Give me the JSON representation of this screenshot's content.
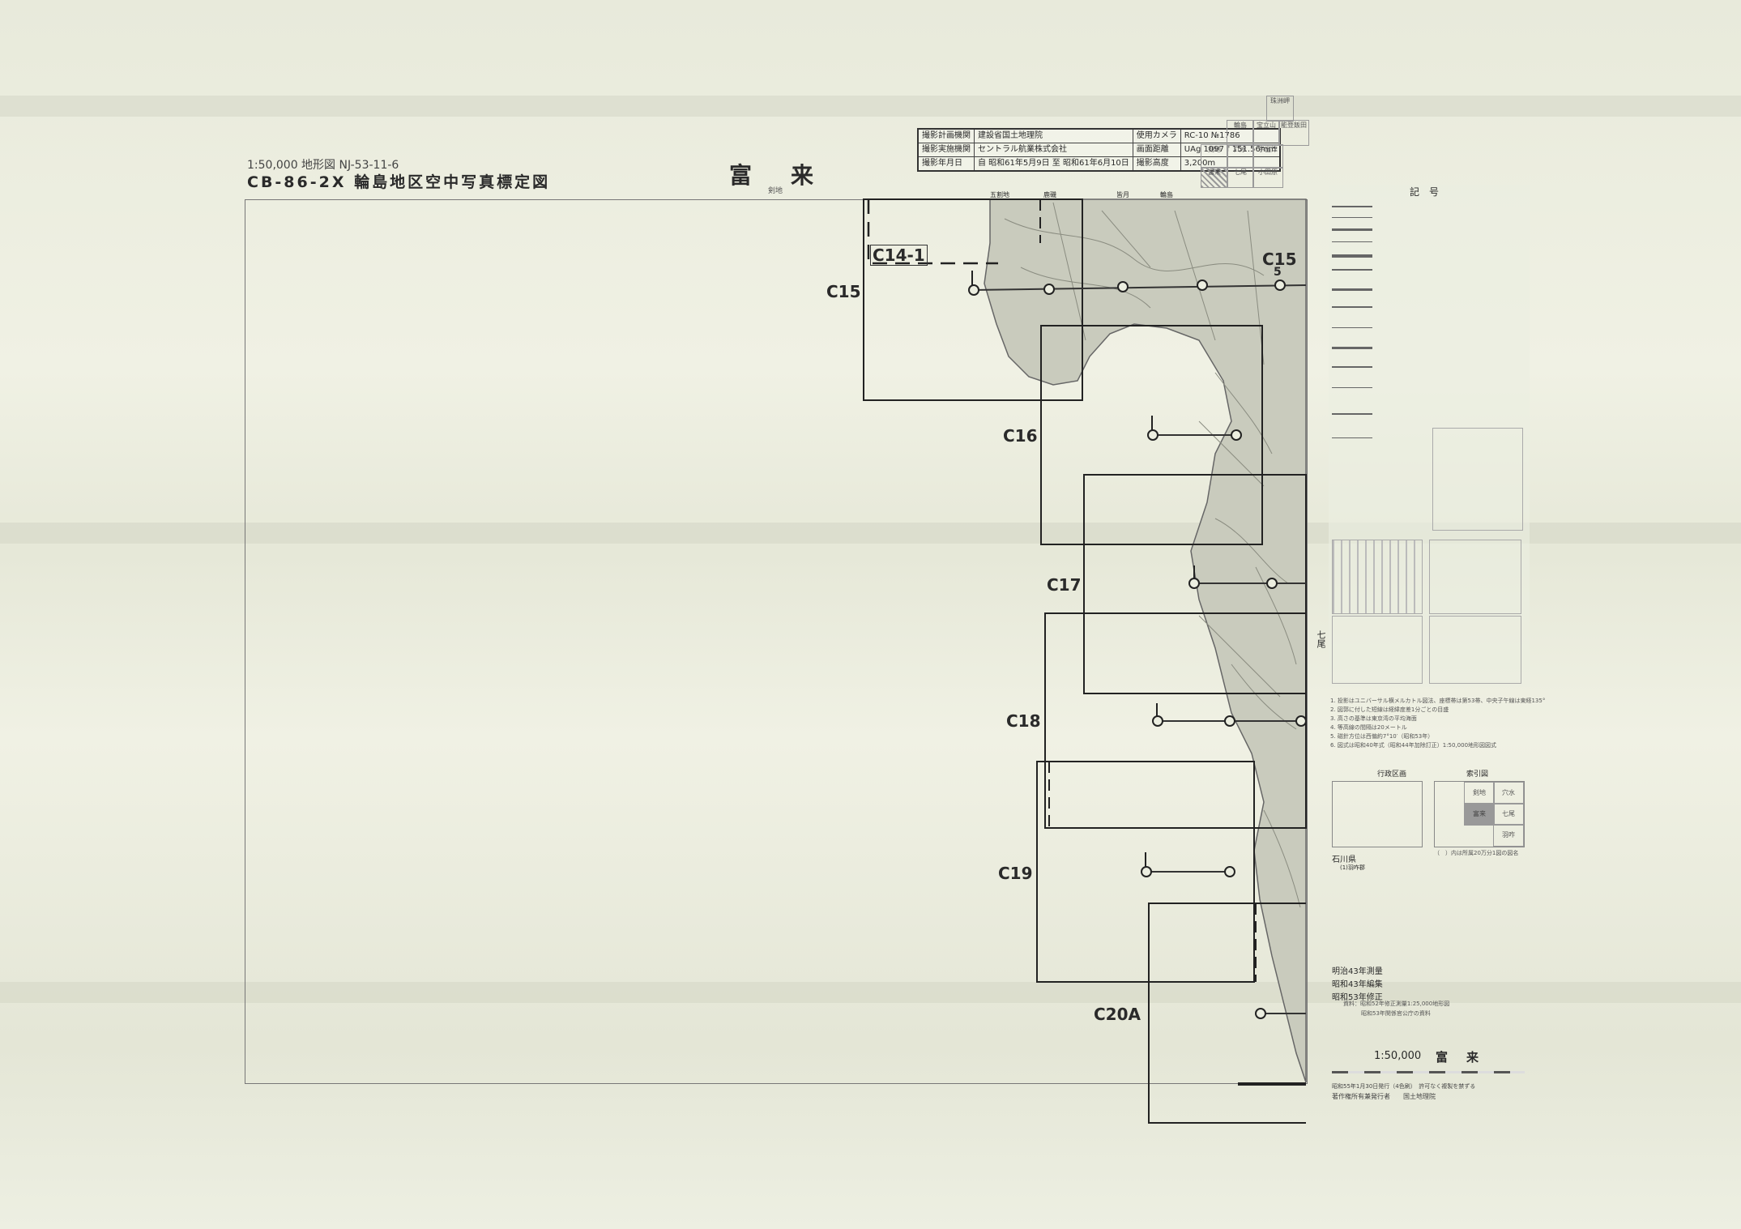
{
  "header": {
    "scale_line": "1:50,000 地形図  NJ-53-11-6",
    "title": "CB-86-2X 輪島地区空中写真標定図",
    "sheet_name": "富　来",
    "sheet_sub": "剣地"
  },
  "info_table": {
    "r1": [
      "撮影計画機関",
      "建設省国土地理院",
      "使用カメラ",
      "RC-10 №1786"
    ],
    "r2": [
      "撮影実施機関",
      "セントラル航業株式会社",
      "画面距離",
      "UAg 1097 f 151.56mm"
    ],
    "r3": [
      "撮影年月日",
      "自 昭和61年5月9日 至 昭和61年6月10日",
      "撮影高度",
      "3,200m"
    ]
  },
  "index_map": {
    "cells": [
      "珠洲岬",
      "輪島",
      "宝立山",
      "能登飯田",
      "剣地",
      "穴水",
      "宇出津",
      "富来",
      "七尾",
      "小田原"
    ]
  },
  "courses": [
    {
      "label": "C15",
      "label2": "C15",
      "sub": "5"
    },
    {
      "label": "C14-1"
    },
    {
      "label": "C16"
    },
    {
      "label": "C17"
    },
    {
      "label": "C18"
    },
    {
      "label": "C19"
    },
    {
      "label": "C20A"
    }
  ],
  "map_labels": {
    "top1": "五割地",
    "top2": "鹿磯",
    "top3": "皆月",
    "top4": "輪島",
    "shichio": "七尾"
  },
  "legend": {
    "title": "記　号",
    "notes": [
      "1. 投影はユニバーサル横メルカトル図法、座標帯は第53帯、中央子午線は東経135°",
      "2. 図郭に付した短線は経緯度差1分ごとの目盛",
      "3. 高さの基準は東京湾の平均海面",
      "4. 等高線の間隔は20メートル",
      "5. 磁針方位は西偏約7°10′（昭和53年）",
      "6. 図式は昭和40年式（昭和44年加除訂正）1:50,000地形図図式"
    ],
    "admin_title": "行政区画",
    "admin_pref": "石川県",
    "admin_sub": "(1)羽咋郡",
    "index_title": "索引図",
    "index_cells": [
      "剣地",
      "穴水",
      "七尾",
      "富来",
      "羽咋"
    ],
    "index_note": "（　）内は所属20万分1図の図名"
  },
  "imprint": {
    "line1": "明治43年測量",
    "line2": "昭和43年編集",
    "line3": "昭和53年修正",
    "source1": "資料：昭和52年修正測量1:25,000地形図",
    "source2": "昭和53年関係官公庁の資料",
    "bottom_scale": "1:50,000",
    "bottom_name": "富　来",
    "publish": "昭和55年1月30日発行（4色刷）　許可なく複製を禁ずる",
    "publisher": "著作権所有兼発行者　　国土地理院"
  }
}
